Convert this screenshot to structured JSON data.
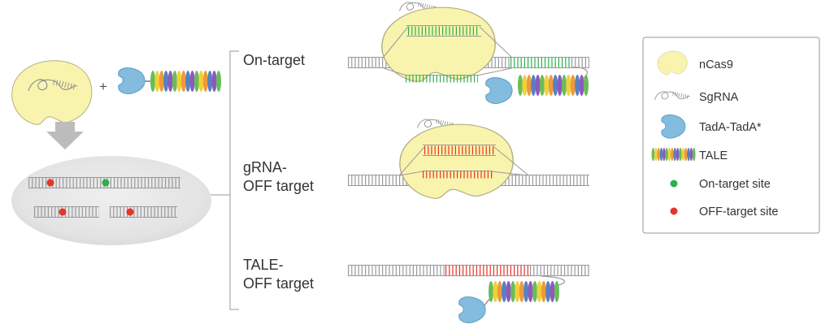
{
  "diagram": {
    "plus": "+",
    "branch_labels": {
      "on_target": "On-target",
      "grna_off_line1": "gRNA-",
      "grna_off_line2": "OFF target",
      "tale_off_line1": "TALE-",
      "tale_off_line2": "OFF target"
    }
  },
  "legend": {
    "ncas9": "nCas9",
    "sgrna": "SgRNA",
    "tada": "TadA-TadA*",
    "tale": "TALE",
    "on_target_site": "On-target site",
    "off_target_site": "OFF-target site"
  },
  "colors": {
    "ncas9_fill": "#f8f4ad",
    "tada_fill": "#83bcdf",
    "on_target": "#2fae4e",
    "off_target": "#e6342a",
    "dna_gray": "#999999",
    "tale_colors": [
      "#68bd58",
      "#f2d03a",
      "#ee9a3c",
      "#5681c3",
      "#8f58bd"
    ]
  }
}
